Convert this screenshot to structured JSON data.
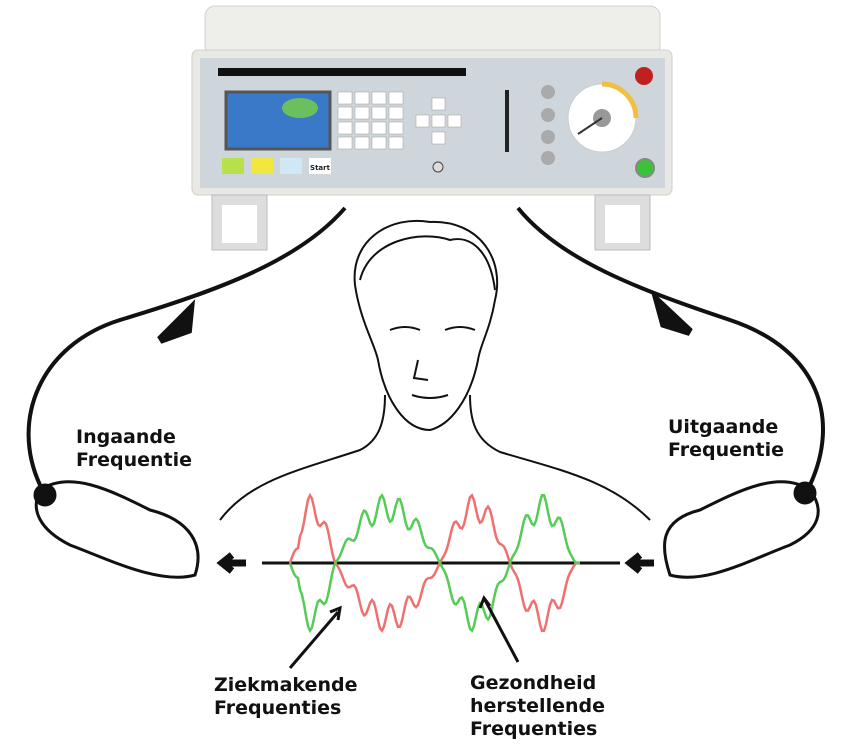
{
  "labels": {
    "incoming": [
      "Ingaande",
      "Frequentie"
    ],
    "outgoing": [
      "Uitgaande",
      "Frequentie"
    ],
    "sick": [
      "Ziekmakende",
      "Frequenties"
    ],
    "healthy": [
      "Gezondheid",
      "herstellende",
      "Frequenties"
    ]
  },
  "device": {
    "start_label": "Start"
  },
  "colors": {
    "sick_wave": "#f07070",
    "healthy_wave": "#55cc55",
    "cable": "#111111",
    "device_body": "#e8e9e4",
    "device_panel": "#cfd6db"
  }
}
